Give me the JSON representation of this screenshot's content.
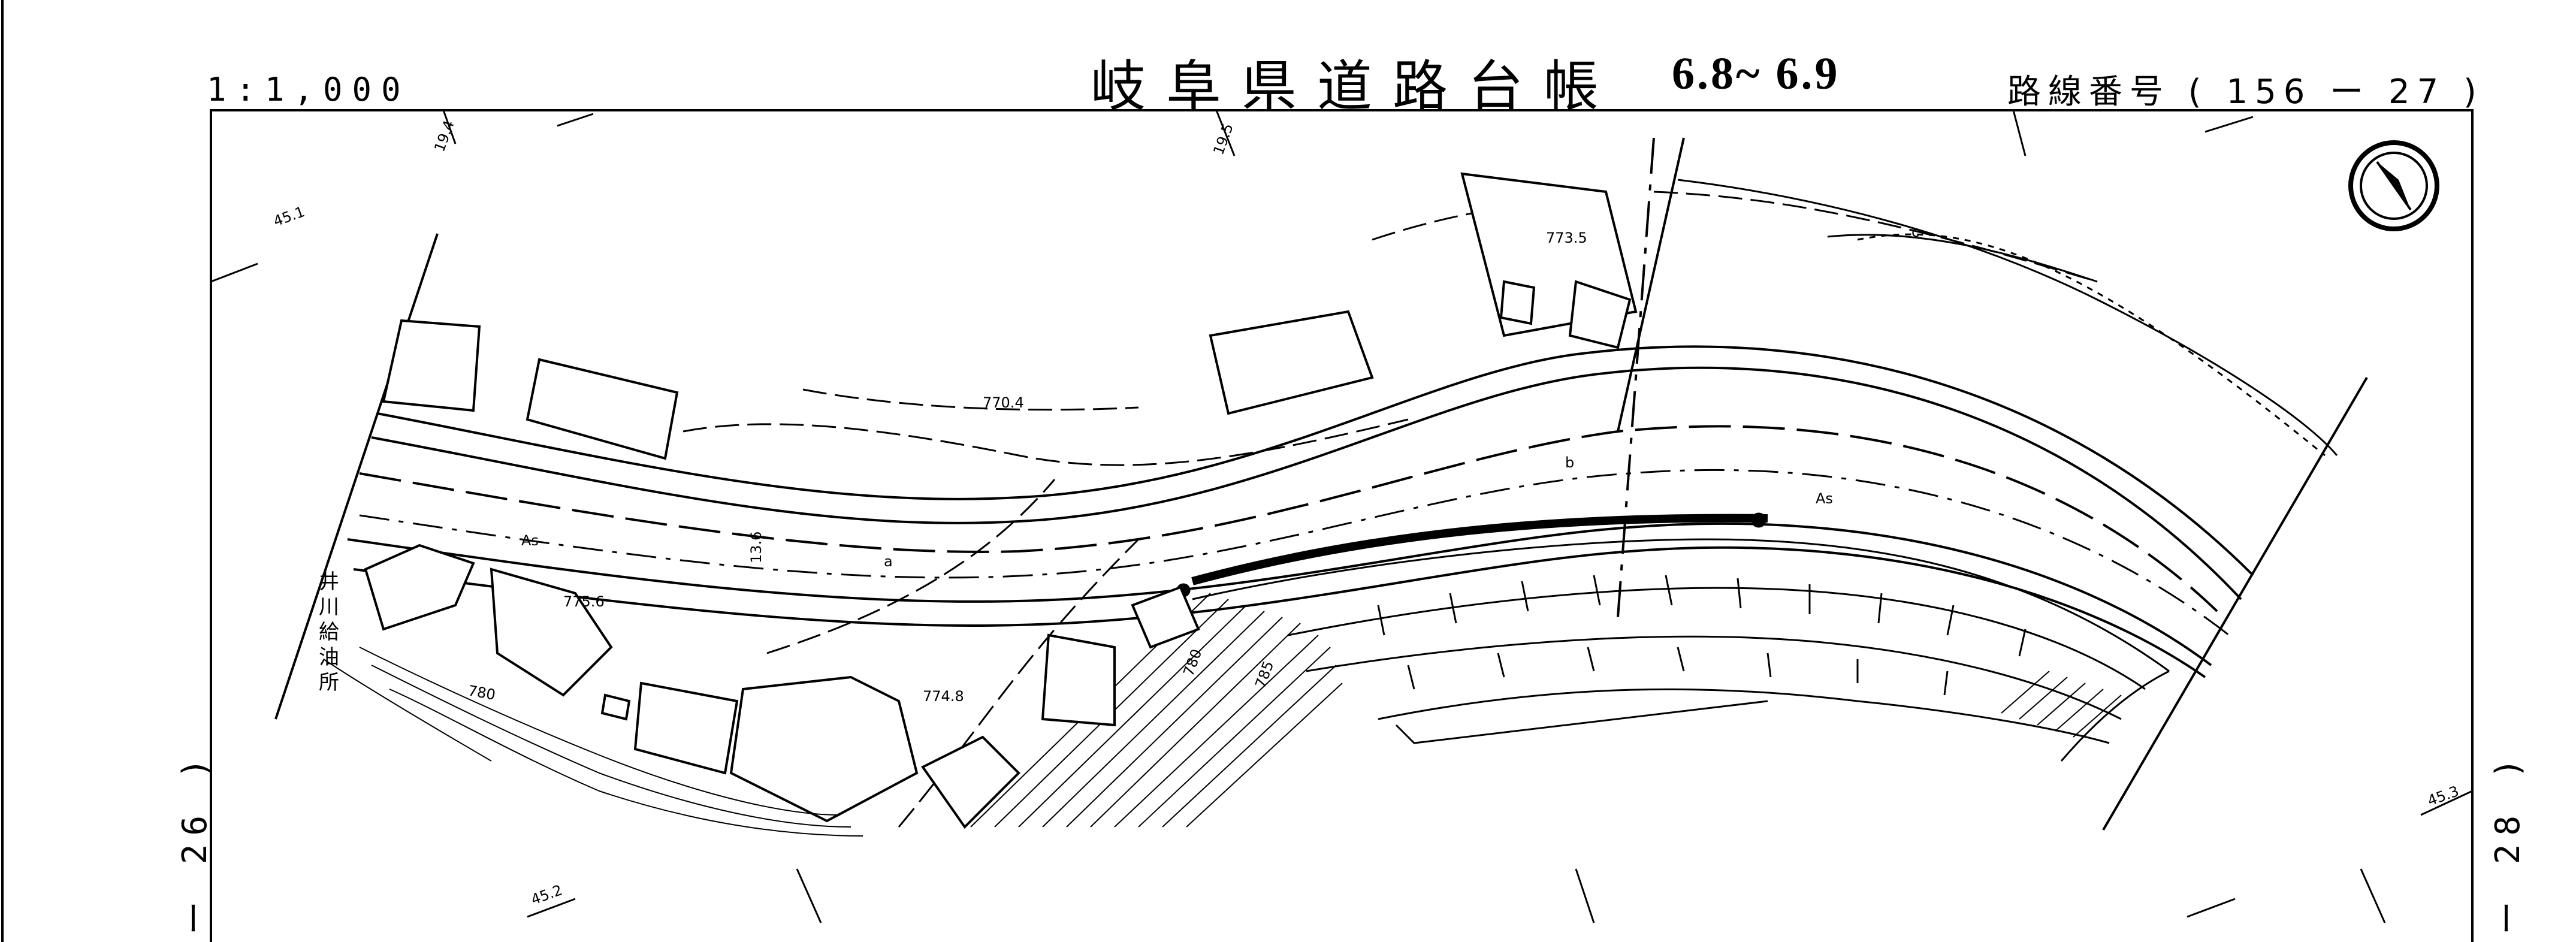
{
  "sheet": {
    "scale": "1:1,000",
    "title": "岐阜県道路台帳",
    "km_range": "6.8~ 6.9",
    "route_number": "路線番号 ( 156 ー 27 )",
    "left_sheet_ref": "ー 26 )",
    "right_sheet_ref": "ー 28 )",
    "north_symbol": "north-arrow-icon"
  },
  "map": {
    "elevations": [
      "770.4",
      "773.5",
      "775.6",
      "774.8",
      "780",
      "785",
      "780"
    ],
    "surface_labels": [
      "As",
      "As"
    ],
    "road_width": "13.6",
    "shop_label": "井川給油所",
    "grid_ticks": [
      "45.1",
      "19.4",
      "19.5",
      "45.2",
      "45.3"
    ],
    "markers": [
      "a",
      "b",
      "c"
    ]
  }
}
